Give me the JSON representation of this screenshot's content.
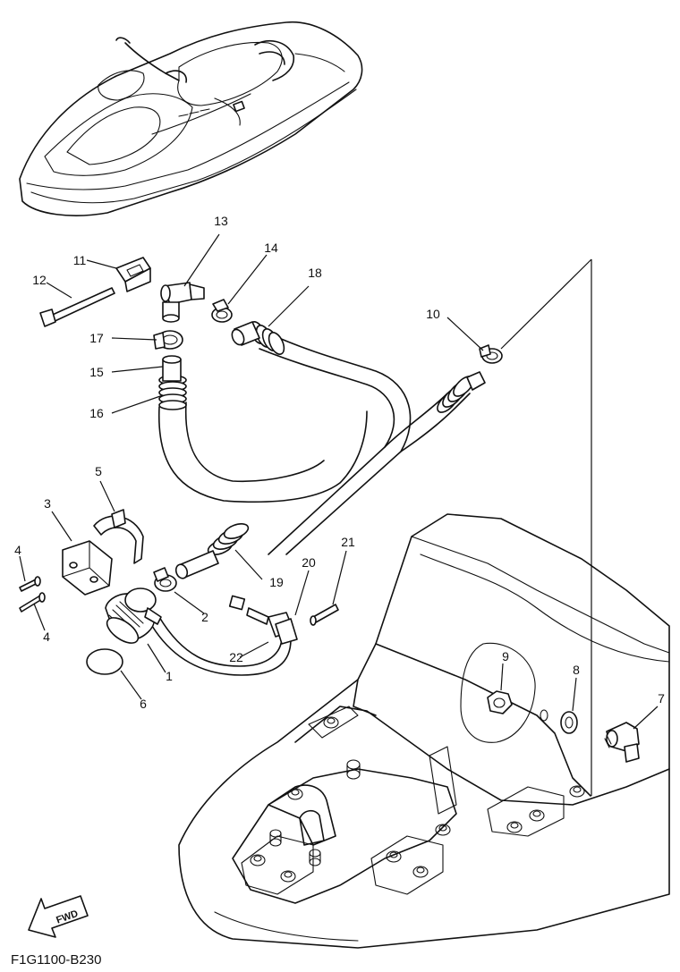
{
  "diagram_code": "F1G1100-B230",
  "fwd_label": "FWD",
  "callouts": {
    "c1": "1",
    "c2": "2",
    "c3": "3",
    "c4a": "4",
    "c4b": "4",
    "c5": "5",
    "c6": "6",
    "c7": "7",
    "c8": "8",
    "c9": "9",
    "c10": "10",
    "c11": "11",
    "c12": "12",
    "c13": "13",
    "c14": "14",
    "c15": "15",
    "c16": "16",
    "c17": "17",
    "c18": "18",
    "c19": "19",
    "c20": "20",
    "c21": "21",
    "c22": "22"
  }
}
